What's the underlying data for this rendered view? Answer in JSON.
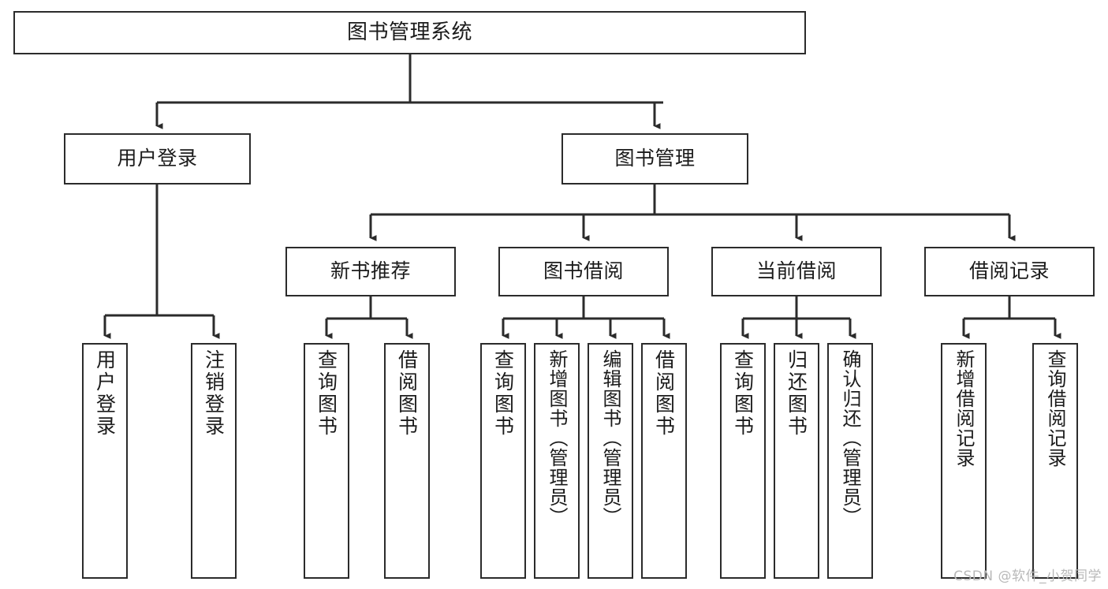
{
  "diagram": {
    "title": "图书管理系统",
    "type": "tree-hierarchy",
    "watermark": "CSDN @软件_小贺同学",
    "colors": {
      "stroke": "#2b2b2b",
      "fill": "#ffffff",
      "text": "#1b1b1b",
      "watermark": "#b9b9b9"
    },
    "nodes": {
      "root": {
        "label": "图书管理系统"
      },
      "level2": [
        {
          "id": "user-login",
          "label": "用户登录"
        },
        {
          "id": "book-management",
          "label": "图书管理"
        }
      ],
      "level3": [
        {
          "id": "new-book-recommend",
          "label": "新书推荐"
        },
        {
          "id": "book-borrow",
          "label": "图书借阅"
        },
        {
          "id": "current-borrow",
          "label": "当前借阅"
        },
        {
          "id": "borrow-record",
          "label": "借阅记录"
        }
      ],
      "leaves": {
        "user_login": [
          {
            "id": "leaf-user-login",
            "label": "用户登录"
          },
          {
            "id": "leaf-logout-login",
            "label": "注销登录"
          }
        ],
        "new_book_recommend": [
          {
            "id": "leaf-query-book-1",
            "label": "查询图书"
          },
          {
            "id": "leaf-borrow-book-1",
            "label": "借阅图书"
          }
        ],
        "book_borrow": [
          {
            "id": "leaf-query-book-2",
            "label": "查询图书"
          },
          {
            "id": "leaf-add-book",
            "label": "新增图书（管理员）"
          },
          {
            "id": "leaf-edit-book",
            "label": "编辑图书（管理员）"
          },
          {
            "id": "leaf-borrow-book-2",
            "label": "借阅图书"
          }
        ],
        "current_borrow": [
          {
            "id": "leaf-query-book-3",
            "label": "查询图书"
          },
          {
            "id": "leaf-return-book",
            "label": "归还图书"
          },
          {
            "id": "leaf-confirm-return",
            "label": "确认归还（管理员）"
          }
        ],
        "borrow_record": [
          {
            "id": "leaf-add-borrow-record",
            "label": "新增借阅记录"
          },
          {
            "id": "leaf-query-borrow-record",
            "label": "查询借阅记录"
          }
        ]
      }
    }
  }
}
